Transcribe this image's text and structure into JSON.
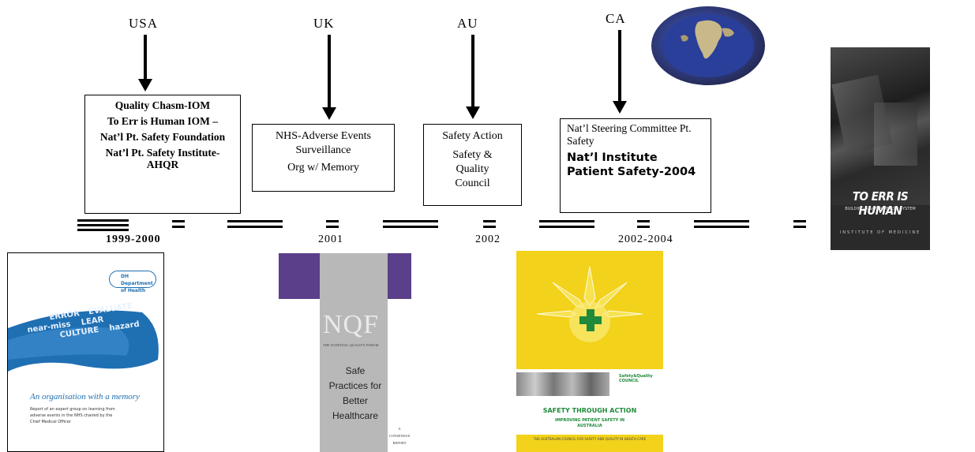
{
  "countries": [
    "USA",
    "UK",
    "AU",
    "CA"
  ],
  "boxes": {
    "usa": [
      "Quality Chasm-IOM",
      "To Err is Human IOM –",
      "Nat’l Pt. Safety Foundation",
      "Nat’l Pt. Safety Institute-AHQR"
    ],
    "uk": [
      "NHS-Adverse Events Surveillance",
      "Org w/ Memory"
    ],
    "au": [
      "Safety Action",
      "Safety & Quality Council"
    ],
    "ca": [
      "Nat’l Steering Committee  Pt. Safety",
      "Nat’l Institute Patient Safety-2004"
    ]
  },
  "years": [
    "1999-2000",
    "2001",
    "2002",
    "2002-2004"
  ],
  "covers": {
    "dh": {
      "brand": "DH Department of Health",
      "words": [
        "ERROR",
        "EVALUATE",
        "LEAR",
        "CULTURE",
        "hazard",
        "near-miss"
      ],
      "title": "An organisation with a memory",
      "subtitle": "Report of an expert group on learning from adverse events in the NHS chaired by the Chief Medical Officer"
    },
    "nqf": {
      "logo": "NQF",
      "org": "THE NATIONAL QUALITY FORUM",
      "title": "Safe Practices for Better Healthcare",
      "tag": "A CONSENSUS REPORT"
    },
    "au": {
      "brand": "Safety&Quality COUNCIL",
      "title": "SAFETY THROUGH ACTION",
      "subtitle": "IMPROVING PATIENT SAFETY IN AUSTRALIA",
      "footer": "THE AUSTRALIAN COUNCIL FOR SAFETY AND QUALITY IN HEALTH CARE"
    },
    "iom": {
      "title": "TO ERR IS HUMAN",
      "subtitle": "BUILDING A SAFER HEALTH SYSTEM",
      "publisher": "INSTITUTE OF MEDICINE"
    }
  },
  "colors": {
    "nqf_purple": "#5b3f8a",
    "au_yellow": "#f2d21a",
    "iom_dark": "#2a2a2a",
    "dh_blue": "#1f6fb3"
  }
}
